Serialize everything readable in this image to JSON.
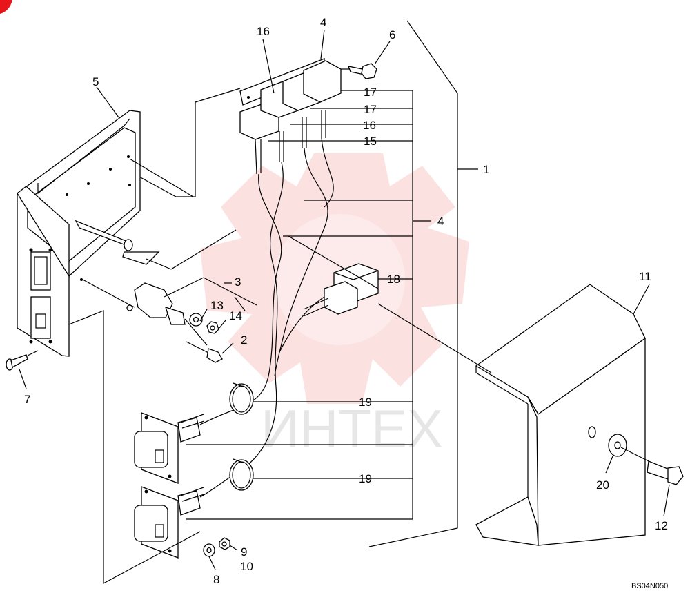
{
  "diagram": {
    "drawing_code": "BS04N050",
    "watermark_text": "ИНТЕХ",
    "watermark_color": "#e8151b",
    "callouts": {
      "c1": "1",
      "c2": "2",
      "c3": "3",
      "c4a": "4",
      "c4b": "4",
      "c5": "5",
      "c6": "6",
      "c7": "7",
      "c8": "8",
      "c9": "9",
      "c10": "10",
      "c11": "11",
      "c12": "12",
      "c13": "13",
      "c14": "14",
      "c15": "15",
      "c16a": "16",
      "c16b": "16",
      "c17a": "17",
      "c17b": "17",
      "c18": "18",
      "c19a": "19",
      "c19b": "19",
      "c20": "20"
    }
  }
}
